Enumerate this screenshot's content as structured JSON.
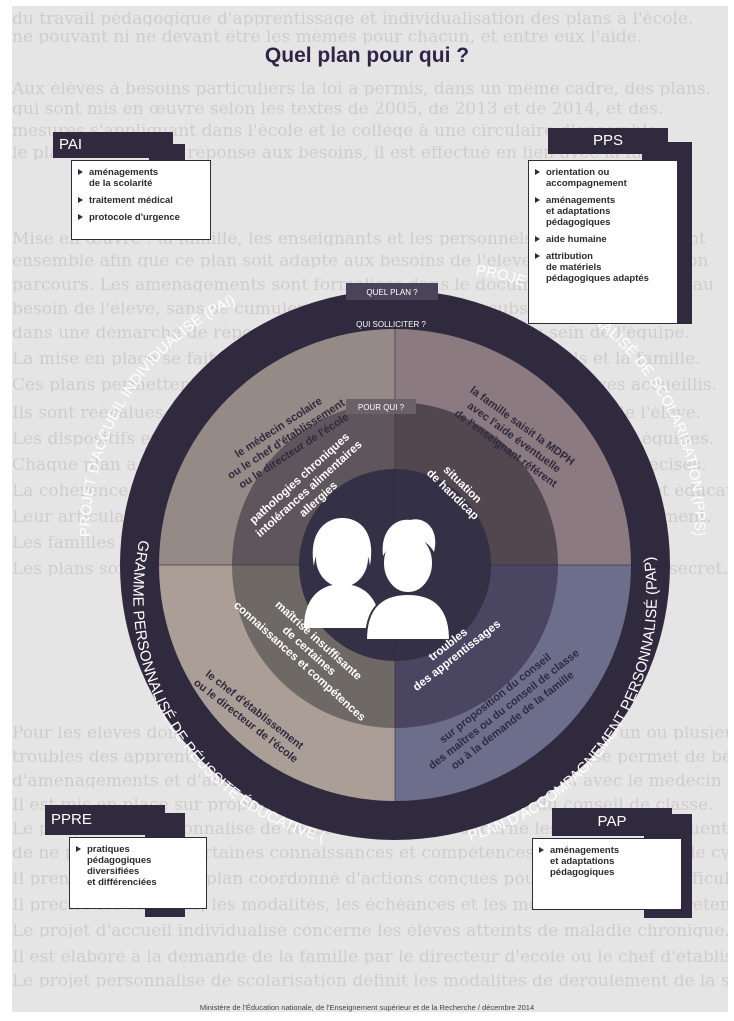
{
  "title": "Quel plan pour qui ?",
  "center_labels": {
    "quel_plan": "QUEL PLAN ?",
    "qui_solliciter": "QUI SOLLICITER ?",
    "pour_qui": "POUR QUI ?"
  },
  "ring": {
    "pai": "PROJET D'ACCUEIL INDIVIDUALISÉ (PAI)",
    "pps": "PROJET PERSONNALISÉ DE SCOLARISATION (PPS)",
    "pap": "PLAN D'ACCOMPAGNEMENT PERSONNALISÉ (PAP)",
    "ppre": "PROGRAMME PERSONNALISÉ DE RÉUSSITE ÉDUCATIVE (PPRE)"
  },
  "qui": {
    "pai": [
      "le médecin scolaire",
      "ou le chef d'établissement",
      "ou le directeur de l'école"
    ],
    "pps": [
      "la famille saisit la MDPH",
      "avec l'aide éventuelle",
      "de l'enseignant référent"
    ],
    "pap": [
      "sur proposition du conseil",
      "des maîtres ou du conseil de classe",
      "ou à la demande de la famille"
    ],
    "ppre": [
      "le chef d'établissement",
      "ou le directeur de l'école"
    ]
  },
  "pour": {
    "pai": [
      "pathologies chroniques",
      "intolérances alimentaires",
      "allergies"
    ],
    "pps": [
      "situation",
      "de handicap"
    ],
    "pap": [
      "troubles",
      "des apprentissages"
    ],
    "ppre": [
      "maîtrise insuffisante",
      "de certaines",
      "connaissances et compétences"
    ]
  },
  "boxes": {
    "pai": {
      "tab": "PAI",
      "items": [
        "aménagements\nde la scolarité",
        "traitement médical",
        "protocole d'urgence"
      ]
    },
    "pps": {
      "tab": "PPS",
      "items": [
        "orientation ou\naccompagnement",
        "aménagements\net adaptations\npédagogiques",
        "aide humaine",
        "attribution\nde matériels\npédagogiques adaptés"
      ]
    },
    "ppre": {
      "tab": "PPRE",
      "items": [
        "pratiques\npédagogiques\ndiversifiées\net différenciées"
      ]
    },
    "pap": {
      "tab": "PAP",
      "items": [
        "aménagements\net adaptations\npédagogiques"
      ]
    }
  },
  "footer": "Ministère de l'Éducation nationale, de l'Enseignement supérieur et de la Recherche / décembre 2014",
  "colors": {
    "ring_dark": "#2f2a3e",
    "qui_pai": "#958a86",
    "qui_pps": "#8b7a80",
    "qui_pap": "#6d6e8c",
    "qui_ppre": "#aa9e97",
    "pour_pai": "#5e565c",
    "pour_pps": "#52474f",
    "pour_pap": "#4a4561",
    "pour_ppre": "#6f6965",
    "core": "#343046",
    "background": "#e6e5e5"
  }
}
